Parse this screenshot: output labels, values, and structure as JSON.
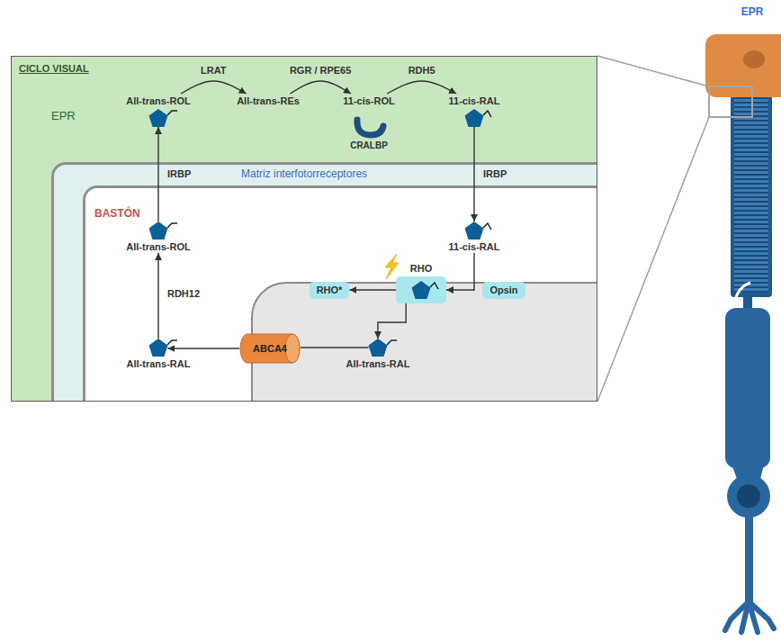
{
  "diagram": {
    "nodes": [
      {
        "text": [
          "CICLO VISUAL",
          "EPR"
        ]
      },
      {
        "text": [
          "All-trans-ROL"
        ],
        "in": 0
      },
      {
        "text": [
          "All-trans-REs"
        ],
        "in": 0
      },
      {
        "text": [
          "11-cis-ROL"
        ],
        "in": 0
      },
      {
        "text": [
          "CRALBP"
        ],
        "in": 0
      },
      {
        "text": [
          "11-cis-RAL"
        ],
        "in": 0
      },
      {
        "text": [
          "Matriz interfotorreceptores"
        ],
        "in": 0
      },
      {
        "text": [
          "BASTÓN"
        ],
        "in": 6
      },
      {
        "text": [
          "11-cis-RAL"
        ],
        "in": 7
      },
      {
        "text": [
          "RHO"
        ],
        "in": 7
      },
      {
        "text": [
          "Opsin"
        ],
        "in": 7
      },
      {
        "text": [
          "RHO*"
        ],
        "in": 7
      },
      {
        "text": [
          "All-trans-RAL"
        ],
        "in": 7
      },
      {
        "text": [
          "ABCA4"
        ],
        "in": 7
      },
      {
        "text": [
          "All-trans-RAL"
        ],
        "in": 7
      },
      {
        "text": [
          "All-trans-ROL"
        ],
        "in": 7
      }
    ],
    "edges": [
      {
        "from": 1,
        "to": 2,
        "label": "LRAT",
        "arrow": "to"
      },
      {
        "from": 2,
        "to": 3,
        "label": "RGR / RPE65",
        "arrow": "to"
      },
      {
        "from": 3,
        "to": 5,
        "label": "RDH5",
        "arrow": "to"
      },
      {
        "from": 5,
        "to": 8,
        "label": "IRBP",
        "arrow": "to"
      },
      {
        "from": 8,
        "to": 9,
        "arrow": "to"
      },
      {
        "from": 9,
        "to": 11,
        "arrow": "to"
      },
      {
        "from": 9,
        "to": 12,
        "arrow": "to"
      },
      {
        "from": 12,
        "to": 13,
        "arrow": "none"
      },
      {
        "from": 13,
        "to": 14,
        "arrow": "to"
      },
      {
        "from": 14,
        "to": 15,
        "label": "RDH12",
        "arrow": "to"
      },
      {
        "from": 15,
        "to": 1,
        "label": "IRBP",
        "arrow": "to"
      }
    ],
    "labels": [
      "EPR"
    ]
  }
}
